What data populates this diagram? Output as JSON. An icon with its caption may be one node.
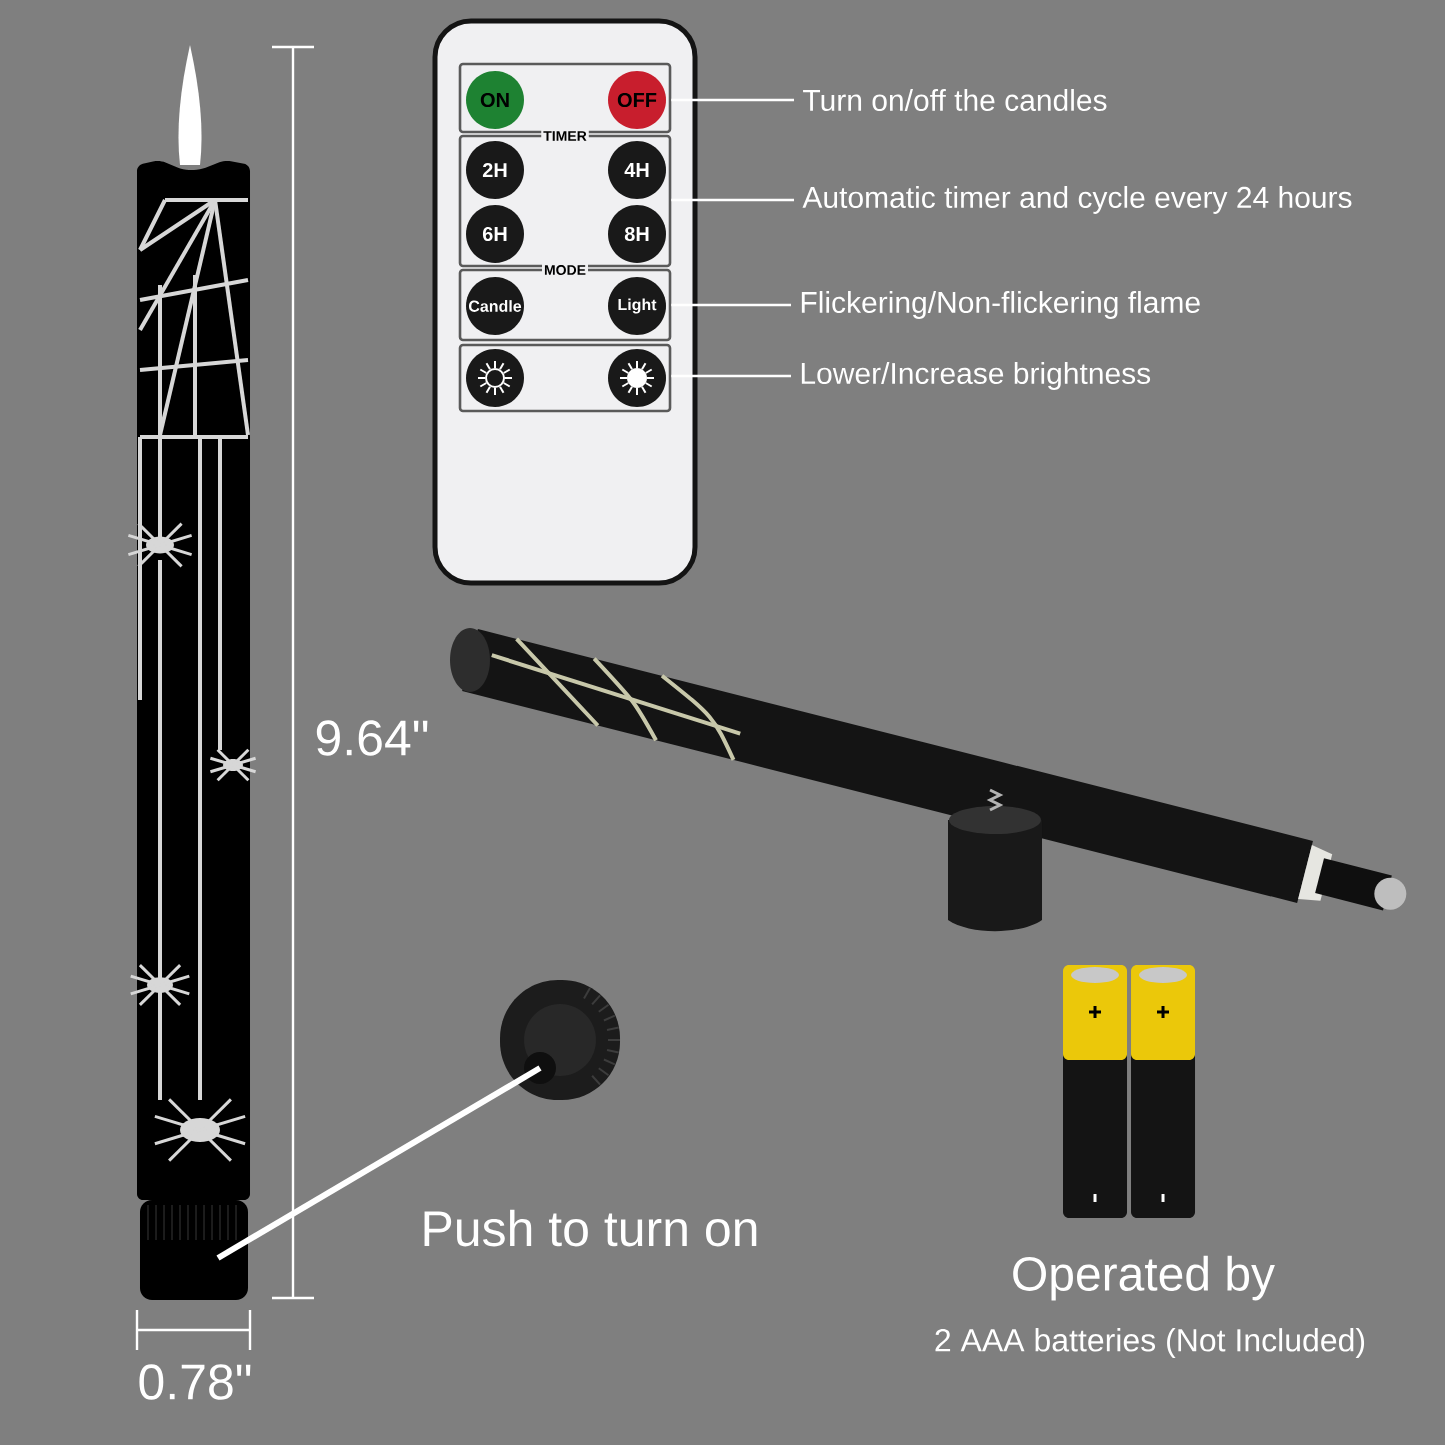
{
  "diagram": {
    "nodes": [
      {
        "text": [],
        "shape": "box"
      },
      {
        "text": [
          "ON",
          "OFF"
        ],
        "in": 0
      },
      {
        "text": [
          "TIMER",
          "2H",
          "4H",
          "6H",
          "8H"
        ],
        "in": 0
      },
      {
        "text": [
          "MODE",
          "Candle",
          "Light"
        ],
        "in": 0
      },
      {
        "text": [],
        "shape": "box",
        "in": 0
      },
      {
        "text": [
          "Turn on/off the candles"
        ]
      },
      {
        "text": [
          "Automatic timer and cycle every 24 hours"
        ]
      },
      {
        "text": [
          "Flickering/Non-flickering flame"
        ]
      },
      {
        "text": [
          "Lower/Increase brightness"
        ]
      },
      {
        "text": [],
        "shape": "picture"
      },
      {
        "text": [],
        "shape": "picture"
      }
    ],
    "edges": [
      {
        "from": 5,
        "to": 1,
        "arrow": "none"
      },
      {
        "from": 6,
        "to": 2,
        "arrow": "none"
      },
      {
        "from": 7,
        "to": 3,
        "arrow": "none"
      },
      {
        "from": 8,
        "to": 4,
        "arrow": "none"
      },
      {
        "from": 9,
        "to": 10,
        "arrow": "none",
        "style": "thick"
      }
    ],
    "labels": [
      "9.64\"",
      "0.78\"",
      "Push to turn on",
      "Operated by",
      "2 AAA batteries (Not Included)"
    ]
  }
}
